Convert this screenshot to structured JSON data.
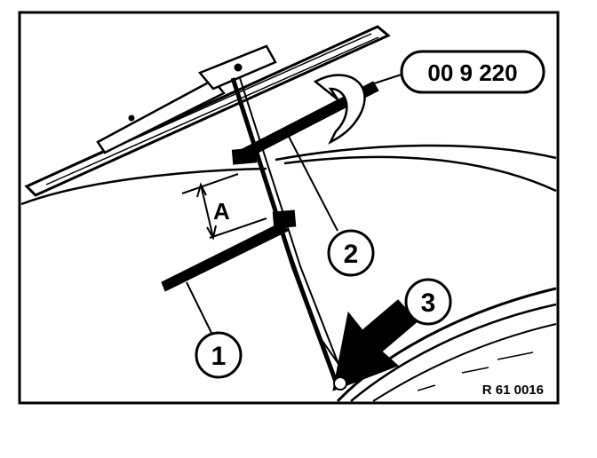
{
  "figure": {
    "tool_number": "00 9 220",
    "dimension_label": "A",
    "callouts": [
      "1",
      "2",
      "3"
    ],
    "reference_code": "R 61 0016"
  }
}
